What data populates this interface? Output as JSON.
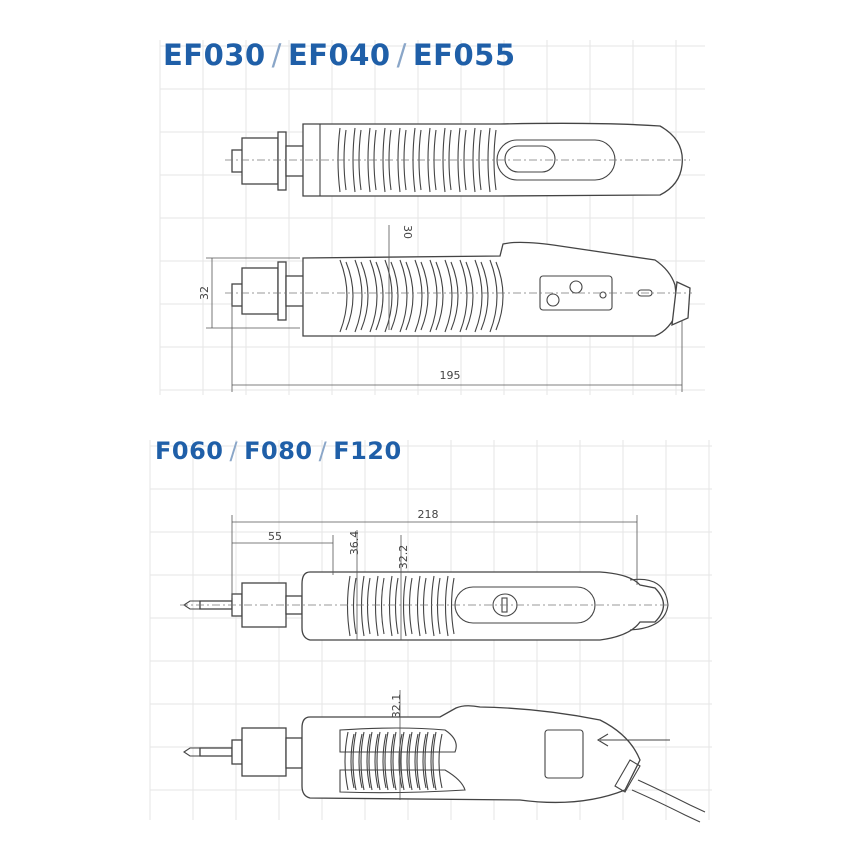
{
  "sections": [
    {
      "models": [
        "EF030",
        "EF040",
        "EF055"
      ],
      "separator": "/",
      "dimensions": {
        "length": "195",
        "height": "32",
        "grip": "30"
      }
    },
    {
      "models": [
        "F060",
        "F080",
        "F120"
      ],
      "separator": "/",
      "dimensions": {
        "length": "218",
        "front": "55",
        "grip_front": "36.4",
        "grip_mid": "32.2",
        "grip_side": "32.1"
      }
    }
  ],
  "colors": {
    "title": "#1f5fa8",
    "grid": "#e6e6e6",
    "line": "#444444"
  }
}
